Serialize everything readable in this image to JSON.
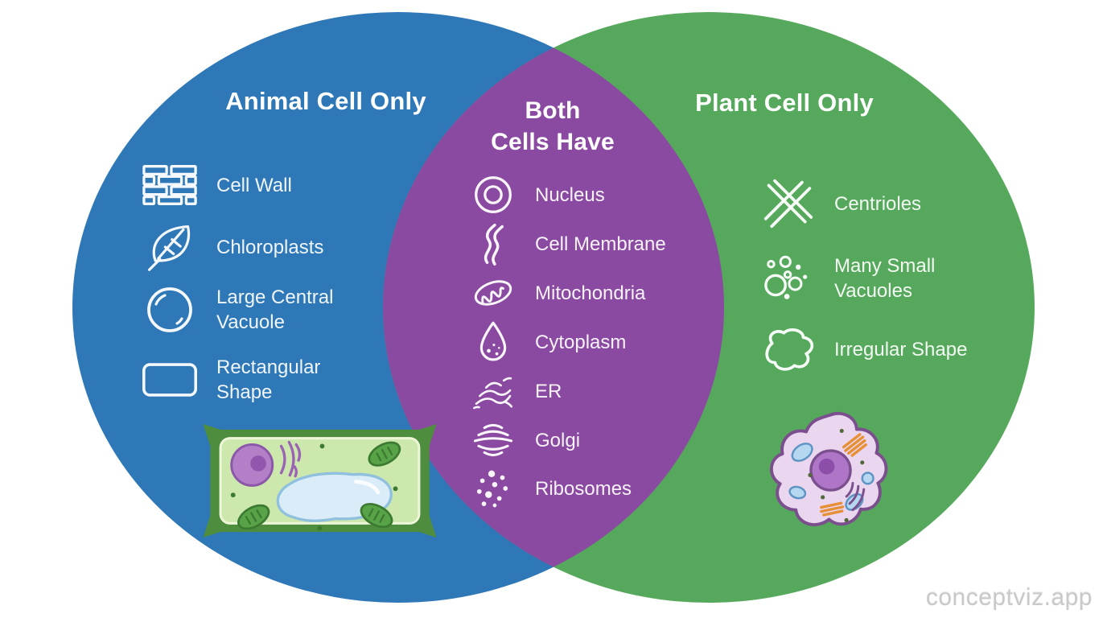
{
  "venn": {
    "left": {
      "title": "Animal Cell Only",
      "items": [
        {
          "icon": "brick-wall-icon",
          "label": "Cell Wall"
        },
        {
          "icon": "leaf-icon",
          "label": "Chloroplasts"
        },
        {
          "icon": "large-vacuole-icon",
          "label": "Large Central Vacuole"
        },
        {
          "icon": "rectangle-icon",
          "label": "Rectangular Shape"
        }
      ]
    },
    "middle": {
      "title_line1": "Both",
      "title_line2": "Cells Have",
      "items": [
        {
          "icon": "nucleus-icon",
          "label": "Nucleus"
        },
        {
          "icon": "cell-membrane-icon",
          "label": "Cell Membrane"
        },
        {
          "icon": "mitochondria-icon",
          "label": "Mitochondria"
        },
        {
          "icon": "cytoplasm-droplet-icon",
          "label": "Cytoplasm"
        },
        {
          "icon": "er-icon",
          "label": "ER"
        },
        {
          "icon": "golgi-icon",
          "label": "Golgi"
        },
        {
          "icon": "ribosomes-icon",
          "label": "Ribosomes"
        }
      ]
    },
    "right": {
      "title": "Plant Cell Only",
      "items": [
        {
          "icon": "centrioles-icon",
          "label": "Centrioles"
        },
        {
          "icon": "small-vacuoles-icon",
          "label": "Many Small Vacuoles"
        },
        {
          "icon": "irregular-blob-icon",
          "label": "Irregular Shape"
        }
      ]
    },
    "colors": {
      "left_circle": "#2E78B7",
      "right_circle": "#56A95C",
      "overlap": "#8B4AA1",
      "title_text": "#FFFFFF"
    }
  },
  "watermark": "conceptviz.app"
}
